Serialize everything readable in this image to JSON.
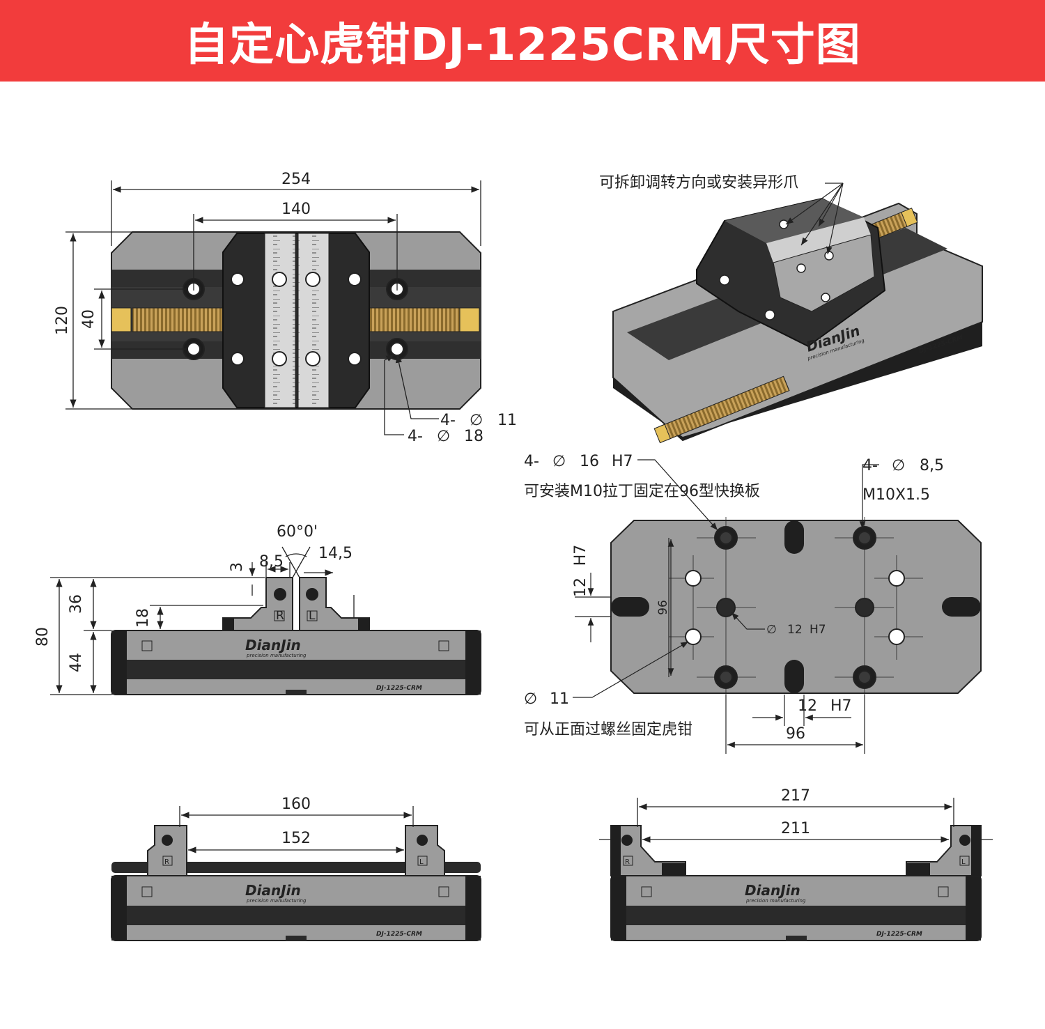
{
  "header": {
    "title": "自定心虎钳DJ-1225CRM尺寸图"
  },
  "colors": {
    "banner": "#f23c3c",
    "body_grey": "#9a9a9a",
    "dark": "#2b2b2b",
    "thread": "#b58a3a"
  },
  "top_view": {
    "dim_overall_width": "254",
    "dim_jaw_span": "140",
    "dim_height": "120",
    "dim_hole_pitch": "40",
    "hole_small": {
      "count": "4-",
      "dia": "11"
    },
    "hole_large": {
      "count": "4-",
      "dia": "18"
    }
  },
  "iso_view": {
    "note": "可拆卸调转方向或安装异形爪"
  },
  "side_view": {
    "angle": "60°0'",
    "dim_3": "3",
    "dim_8_5": "8,5",
    "dim_14_5": "14,5",
    "dim_18": "18",
    "dim_36": "36",
    "dim_44": "44",
    "dim_80": "80"
  },
  "bottom_view": {
    "hole_a": {
      "count": "4-",
      "dia": "16",
      "fit": "H7",
      "note": "可安装M10拉丁固定在96型快换板"
    },
    "hole_b": {
      "count": "4-",
      "dia": "8,5",
      "thread": "M10X1.5"
    },
    "slot_fit_v": {
      "size": "12",
      "fit": "H7"
    },
    "dim_96_v": "96",
    "center_hole": {
      "dia": "12",
      "fit": "H7"
    },
    "front_hole": {
      "dia": "11",
      "note": "可从正面过螺丝固定虎钳"
    },
    "slot_fit_h": {
      "size": "12",
      "fit": "H7"
    },
    "dim_96_h": "96"
  },
  "front_view_inner": {
    "dim_outer": "160",
    "dim_inner": "152"
  },
  "front_view_outer": {
    "dim_outer": "217",
    "dim_inner": "211"
  },
  "brand": {
    "logo": "DianJin",
    "tagline": "precision manufacturing",
    "model": "DJ-1225-CRM",
    "jaw_mark_r": "R",
    "jaw_mark_l": "L"
  },
  "symbols": {
    "dia": "∅"
  }
}
